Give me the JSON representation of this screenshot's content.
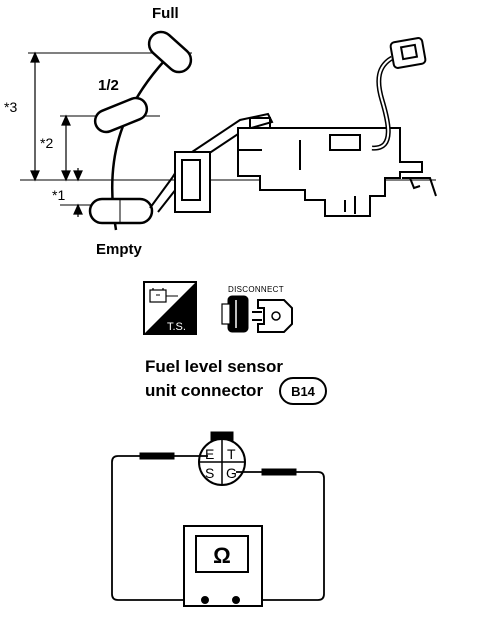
{
  "float_diagram": {
    "label_full": "Full",
    "label_half": "1/2",
    "label_empty": "Empty",
    "dim_3": "*3",
    "dim_2": "*2",
    "dim_1": "*1"
  },
  "service_icons": {
    "ts_label": "T.S.",
    "disconnect_label": "DISCONNECT"
  },
  "connector_caption": {
    "line1": "Fuel level sensor",
    "line2": "unit connector",
    "code": "B14"
  },
  "connector_pins": {
    "e": "E",
    "t": "T",
    "s": "S",
    "g": "G"
  },
  "meter": {
    "symbol": "Ω"
  }
}
